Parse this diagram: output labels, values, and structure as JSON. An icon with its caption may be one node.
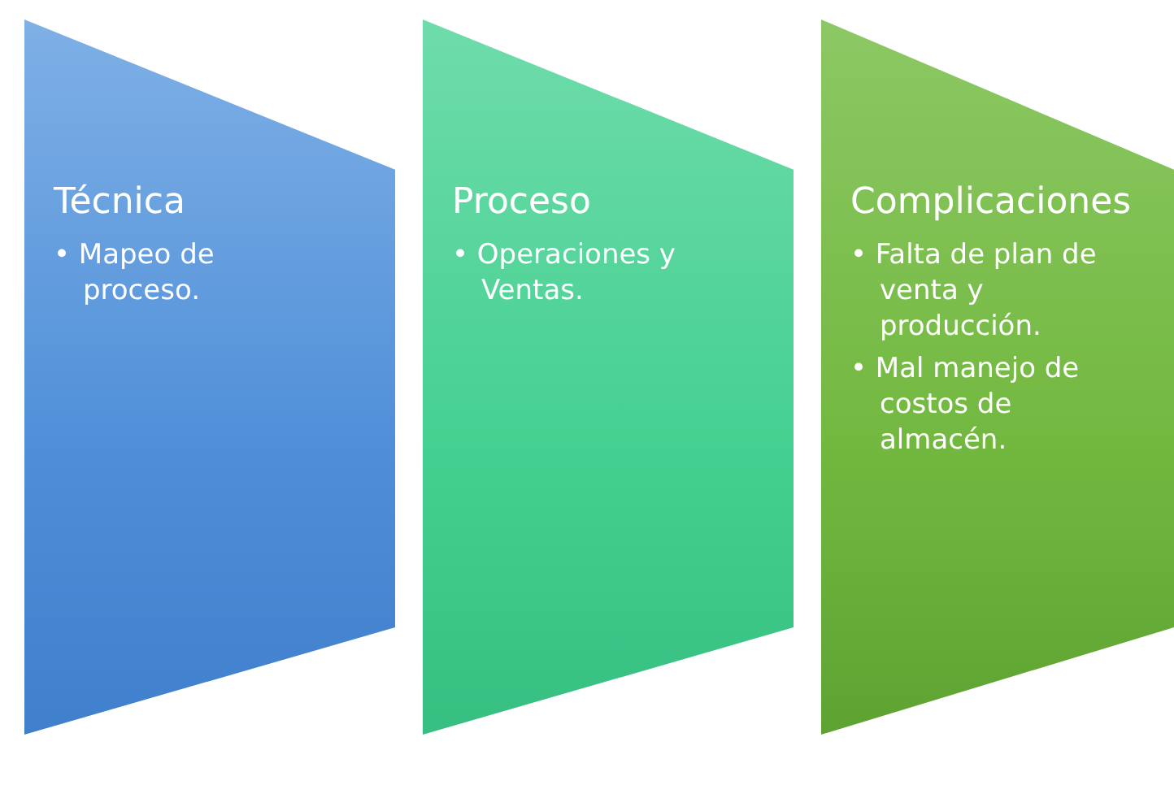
{
  "diagram": {
    "nodes": [
      {
        "text": [
          "Técnica",
          "• Mapeo de proceso."
        ]
      },
      {
        "text": [
          "Proceso",
          "• Operaciones y Ventas."
        ]
      },
      {
        "text": [
          "Complicaciones",
          "• Falta de plan de venta y producción.",
          "• Mal manejo de costos de almacén."
        ]
      }
    ]
  }
}
